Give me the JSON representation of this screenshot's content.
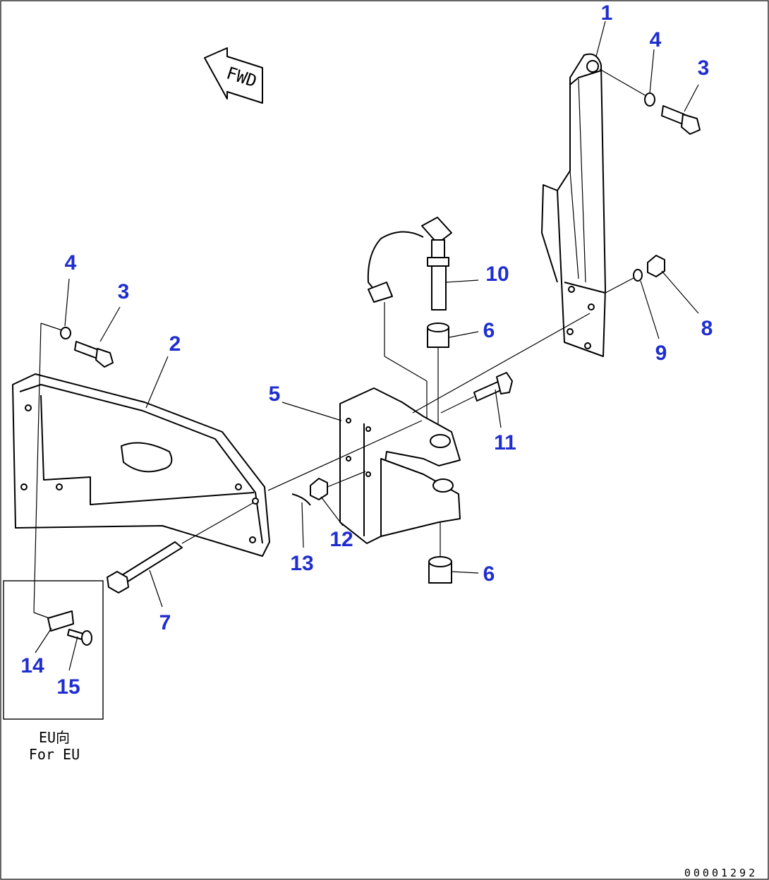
{
  "diagram": {
    "callouts": [
      {
        "id": "c1",
        "label": "1"
      },
      {
        "id": "c2",
        "label": "2"
      },
      {
        "id": "c3a",
        "label": "3"
      },
      {
        "id": "c3b",
        "label": "3"
      },
      {
        "id": "c4a",
        "label": "4"
      },
      {
        "id": "c4b",
        "label": "4"
      },
      {
        "id": "c5",
        "label": "5"
      },
      {
        "id": "c6a",
        "label": "6"
      },
      {
        "id": "c6b",
        "label": "6"
      },
      {
        "id": "c7",
        "label": "7"
      },
      {
        "id": "c8",
        "label": "8"
      },
      {
        "id": "c9",
        "label": "9"
      },
      {
        "id": "c10",
        "label": "10"
      },
      {
        "id": "c11",
        "label": "11"
      },
      {
        "id": "c12",
        "label": "12"
      },
      {
        "id": "c13",
        "label": "13"
      },
      {
        "id": "c14",
        "label": "14"
      },
      {
        "id": "c15",
        "label": "15"
      }
    ],
    "fwd_label": "FWD",
    "inset": {
      "line1": "EU向",
      "line2": "For EU"
    },
    "drawing_number": "00001292"
  },
  "colors": {
    "callout": "#1f2ecf",
    "line": "#000000",
    "background": "#ffffff"
  }
}
